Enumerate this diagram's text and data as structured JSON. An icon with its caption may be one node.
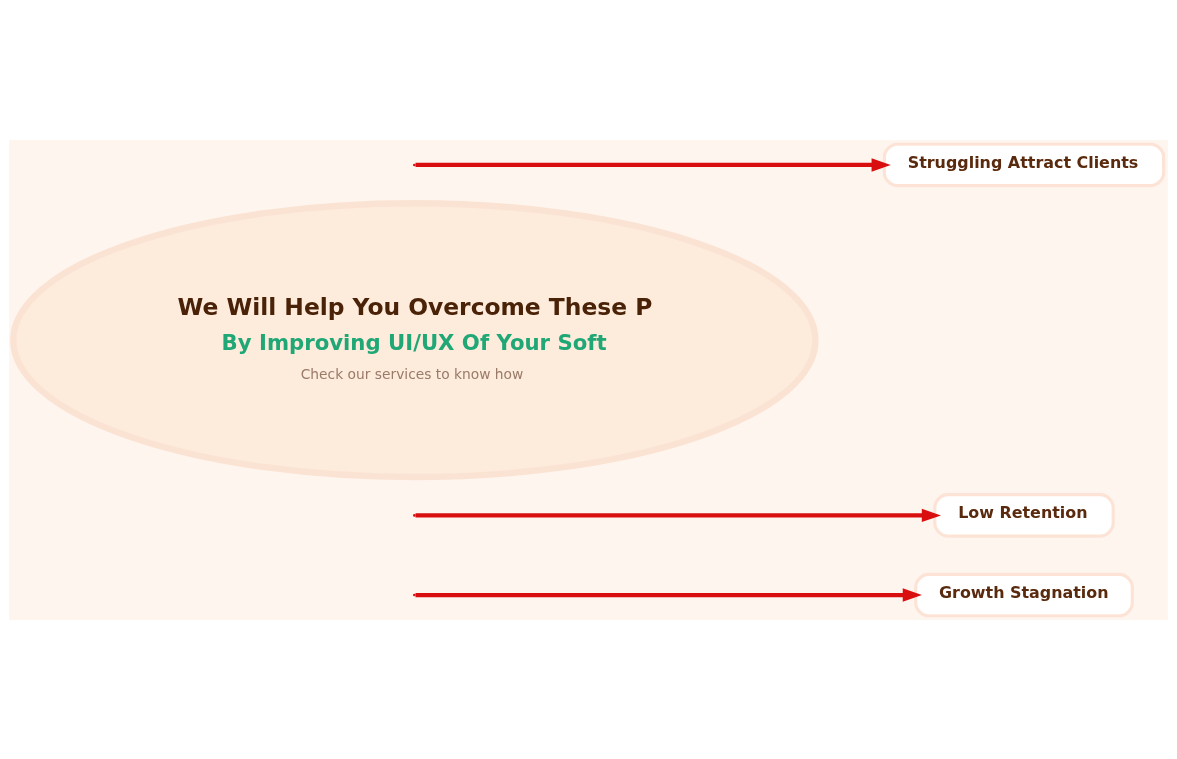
{
  "diagram": {
    "nodes": [
      {
        "text": [
          "Growth Stagnation"
        ]
      },
      {
        "text": [
          "Low Retention"
        ]
      },
      {
        "text": [
          "We Will Help You Overcome These P",
          "By Improving UI/UX Of Your Soft",
          "Check our services to know how"
        ]
      },
      {
        "text": [
          "Struggling Attract Clients"
        ]
      }
    ],
    "edges": [
      {
        "from": null,
        "to": 0,
        "arrow": "to"
      },
      {
        "from": null,
        "to": 1,
        "arrow": "to"
      },
      {
        "from": null,
        "to": 3,
        "arrow": "to"
      }
    ]
  }
}
